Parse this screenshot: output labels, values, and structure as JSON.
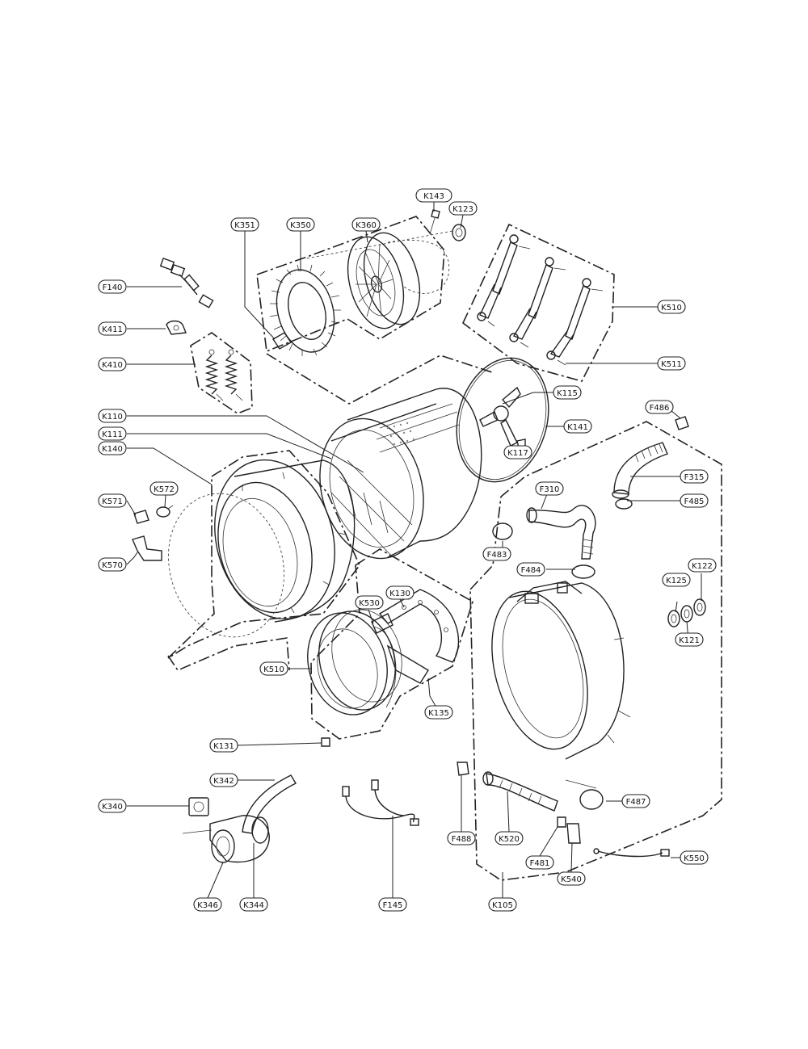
{
  "diagram": {
    "labels": [
      {
        "id": "K143",
        "text": "K143"
      },
      {
        "id": "K123",
        "text": "K123"
      },
      {
        "id": "K351",
        "text": "K351"
      },
      {
        "id": "K350",
        "text": "K350"
      },
      {
        "id": "K360",
        "text": "K360"
      },
      {
        "id": "F140",
        "text": "F140"
      },
      {
        "id": "K510a",
        "text": "K510"
      },
      {
        "id": "K411",
        "text": "K411"
      },
      {
        "id": "K410",
        "text": "K410"
      },
      {
        "id": "K511",
        "text": "K511"
      },
      {
        "id": "K115",
        "text": "K115"
      },
      {
        "id": "F486",
        "text": "F486"
      },
      {
        "id": "K110",
        "text": "K110"
      },
      {
        "id": "K141",
        "text": "K141"
      },
      {
        "id": "K111",
        "text": "K111"
      },
      {
        "id": "K117",
        "text": "K117"
      },
      {
        "id": "K140",
        "text": "K140"
      },
      {
        "id": "F315",
        "text": "F315"
      },
      {
        "id": "K572",
        "text": "K572"
      },
      {
        "id": "F310",
        "text": "F310"
      },
      {
        "id": "K571",
        "text": "K571"
      },
      {
        "id": "F485",
        "text": "F485"
      },
      {
        "id": "F483",
        "text": "F483"
      },
      {
        "id": "K570",
        "text": "K570"
      },
      {
        "id": "F484",
        "text": "F484"
      },
      {
        "id": "K122",
        "text": "K122"
      },
      {
        "id": "K130",
        "text": "K130"
      },
      {
        "id": "K125",
        "text": "K125"
      },
      {
        "id": "K530",
        "text": "K530"
      },
      {
        "id": "K121",
        "text": "K121"
      },
      {
        "id": "K510b",
        "text": "K510"
      },
      {
        "id": "K135",
        "text": "K135"
      },
      {
        "id": "K131",
        "text": "K131"
      },
      {
        "id": "K342",
        "text": "K342"
      },
      {
        "id": "F487",
        "text": "F487"
      },
      {
        "id": "K340",
        "text": "K340"
      },
      {
        "id": "F488",
        "text": "F488"
      },
      {
        "id": "K520",
        "text": "K520"
      },
      {
        "id": "K550",
        "text": "K550"
      },
      {
        "id": "F481",
        "text": "F481"
      },
      {
        "id": "K540",
        "text": "K540"
      },
      {
        "id": "K346",
        "text": "K346"
      },
      {
        "id": "K344",
        "text": "K344"
      },
      {
        "id": "F145",
        "text": "F145"
      },
      {
        "id": "K105",
        "text": "K105"
      }
    ]
  }
}
